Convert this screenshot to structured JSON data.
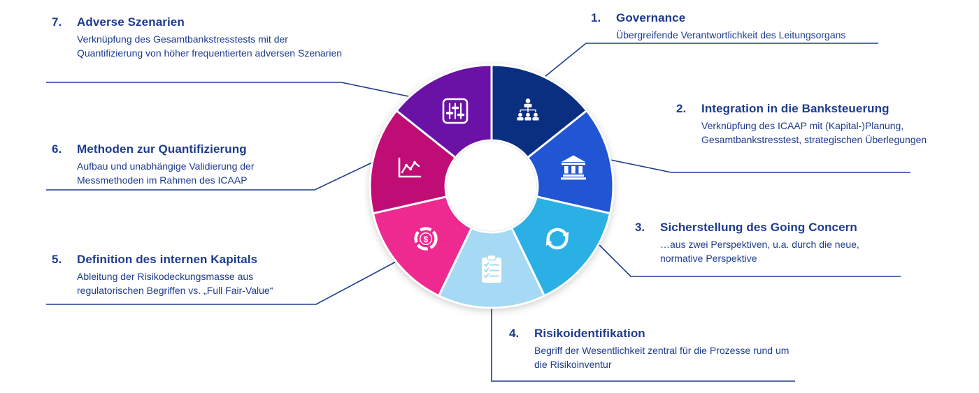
{
  "diagram": {
    "line_color": "#1e3b8e",
    "text_color": "#1e3b8e",
    "items": [
      {
        "number": "1.",
        "title": "Governance",
        "desc": "Übergreifende Verantwortlichkeit des Leitungsorgans",
        "color": "#0a2e80",
        "icon": "org-chart-icon"
      },
      {
        "number": "2.",
        "title": "Integration in die Banksteuerung",
        "desc": "Verknüpfung des ICAAP mit (Kapital-)Planung, Gesamtbankstresstest, strategischen Überlegungen",
        "color": "#2155d4",
        "icon": "bank-icon"
      },
      {
        "number": "3.",
        "title": "Sicherstellung des Going Concern",
        "desc": "…aus zwei Perspektiven, u.a. durch die neue, normative Perspektive",
        "color": "#2bb0e5",
        "icon": "sync-arrows-icon"
      },
      {
        "number": "4.",
        "title": "Risikoidentifikation",
        "desc": "Begriff der Wesentlichkeit zentral für die Prozesse rund um die Risikoinventur",
        "color": "#a6d9f3",
        "icon": "checklist-clipboard-icon"
      },
      {
        "number": "5.",
        "title": "Definition des internen Kapitals",
        "desc": "Ableitung der Risikodeckungsmasse aus regulatorischen Begriffen vs. „Full Fair-Value“",
        "color": "#ee2a90",
        "icon": "dollar-pie-icon",
        "glyph": "$"
      },
      {
        "number": "6.",
        "title": "Methoden zur Quantifizierung",
        "desc": "Aufbau und unabhängige Validierung der Messmethoden im Rahmen des ICAAP",
        "color": "#c00d75",
        "icon": "line-chart-icon"
      },
      {
        "number": "7.",
        "title": "Adverse Szenarien",
        "desc": "Verknüpfung des Gesamtbankstresstests mit der Quantifizierung von höher frequentierten adversen Szenarien",
        "color": "#6a12a6",
        "icon": "sliders-icon"
      }
    ]
  }
}
